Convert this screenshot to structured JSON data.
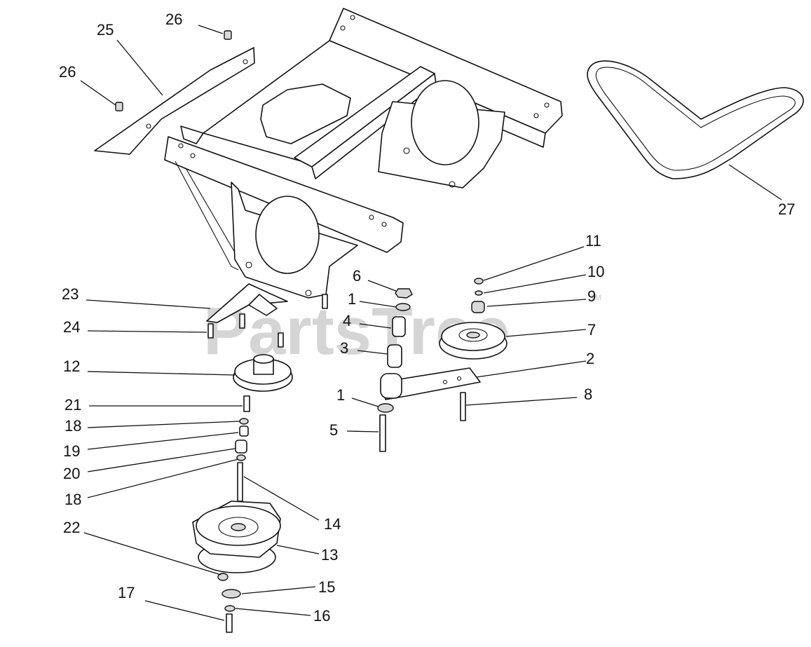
{
  "watermark": {
    "text": "PartsTree",
    "tm": "TM"
  },
  "callouts": [
    {
      "id": "c26a",
      "text": "26"
    },
    {
      "id": "c25",
      "text": "25"
    },
    {
      "id": "c26b",
      "text": "26"
    },
    {
      "id": "c27",
      "text": "27"
    },
    {
      "id": "c11",
      "text": "11"
    },
    {
      "id": "c10",
      "text": "10"
    },
    {
      "id": "c9",
      "text": "9"
    },
    {
      "id": "c7",
      "text": "7"
    },
    {
      "id": "c6",
      "text": "6"
    },
    {
      "id": "c1a",
      "text": "1"
    },
    {
      "id": "c4",
      "text": "4"
    },
    {
      "id": "c3",
      "text": "3"
    },
    {
      "id": "c2",
      "text": "2"
    },
    {
      "id": "c1b",
      "text": "1"
    },
    {
      "id": "c8",
      "text": "8"
    },
    {
      "id": "c5",
      "text": "5"
    },
    {
      "id": "c23",
      "text": "23"
    },
    {
      "id": "c24",
      "text": "24"
    },
    {
      "id": "c12",
      "text": "12"
    },
    {
      "id": "c21",
      "text": "21"
    },
    {
      "id": "c18a",
      "text": "18"
    },
    {
      "id": "c19",
      "text": "19"
    },
    {
      "id": "c20",
      "text": "20"
    },
    {
      "id": "c18b",
      "text": "18"
    },
    {
      "id": "c14",
      "text": "14"
    },
    {
      "id": "c22",
      "text": "22"
    },
    {
      "id": "c13",
      "text": "13"
    },
    {
      "id": "c15",
      "text": "15"
    },
    {
      "id": "c17",
      "text": "17"
    },
    {
      "id": "c16",
      "text": "16"
    }
  ]
}
